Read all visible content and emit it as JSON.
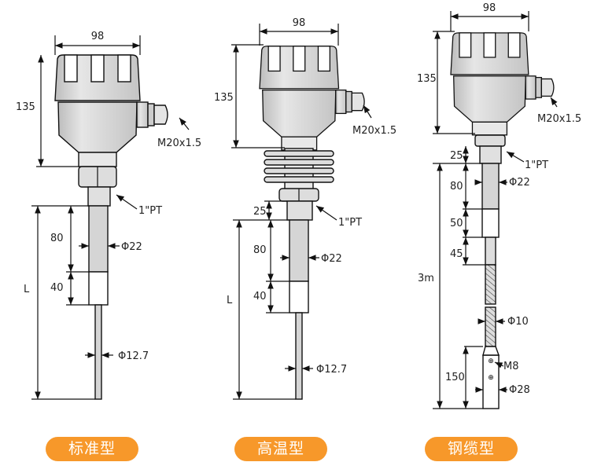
{
  "models": [
    {
      "name": "标准型",
      "dims": {
        "width": "98",
        "height": "135",
        "gland": "M20x1.5",
        "thread": "1\"PT",
        "probe_len": "80",
        "probe_dia": "Φ22",
        "sleeve": "40",
        "rod_dia": "Φ12.7",
        "total": "L"
      }
    },
    {
      "name": "高温型",
      "dims": {
        "width": "98",
        "height": "135",
        "gland": "M20x1.5",
        "thread": "1\"PT",
        "thread_len": "25",
        "probe_len": "80",
        "probe_dia": "Φ22",
        "sleeve": "40",
        "rod_dia": "Φ12.7",
        "total": "L"
      }
    },
    {
      "name": "钢缆型",
      "dims": {
        "width": "98",
        "height": "135",
        "gland": "M20x1.5",
        "thread": "1\"PT",
        "thread_len": "25",
        "probe_len": "80",
        "probe_dia": "Φ22",
        "sleeve": "50",
        "seg": "45",
        "total": "3m",
        "cable_dia": "Φ10",
        "bolt": "M8",
        "weight_len": "150",
        "weight_dia": "Φ28"
      }
    }
  ],
  "colors": {
    "label_bg": "#f7982a",
    "part_fill": "#d9d9d9"
  }
}
